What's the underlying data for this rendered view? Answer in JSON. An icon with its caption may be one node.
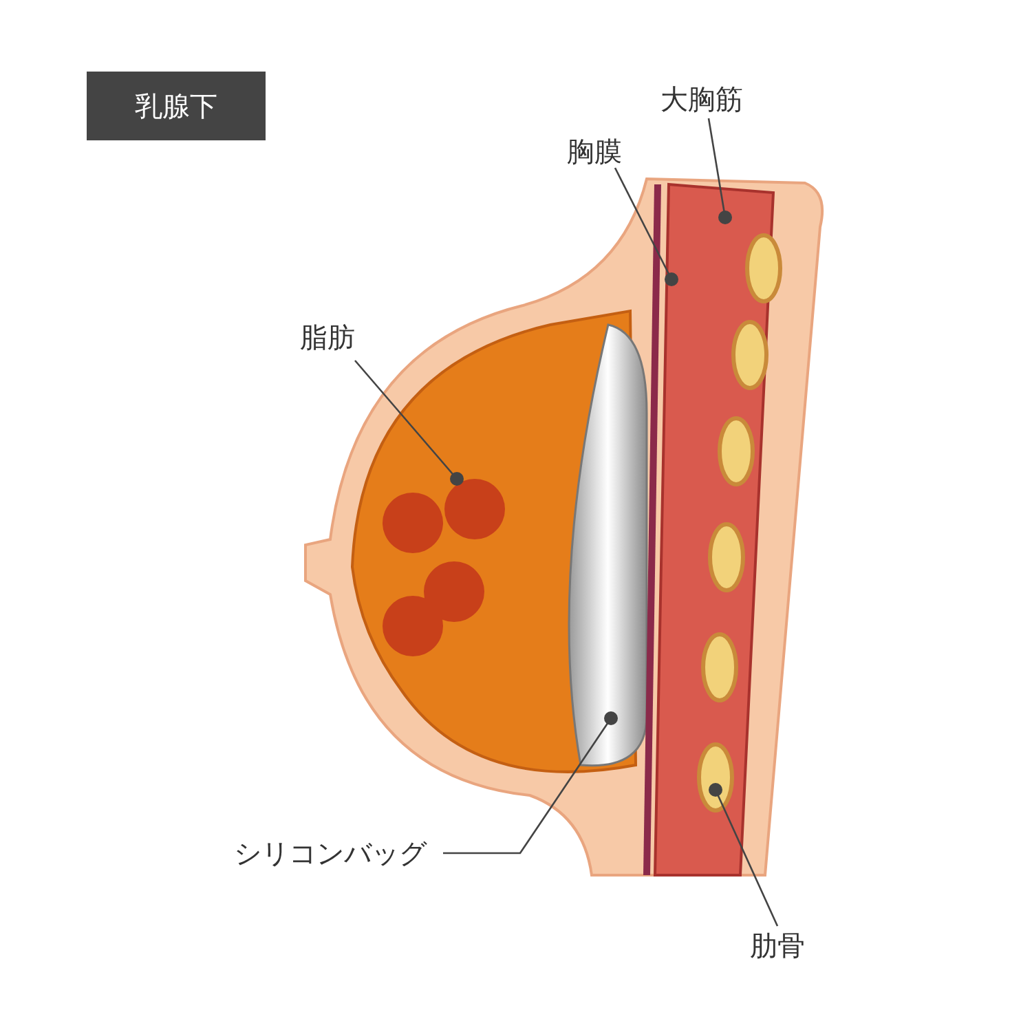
{
  "diagram": {
    "nodes": [
      {
        "text": [
          "乳腺下"
        ]
      },
      {
        "text": [
          "大胸筋"
        ]
      },
      {
        "text": [
          "胸膜"
        ]
      },
      {
        "text": [
          "脂肪"
        ]
      },
      {
        "text": [
          "シリコンバッグ"
        ]
      },
      {
        "text": [
          "肋骨"
        ]
      },
      {
        "text": [],
        "shape": "band"
      },
      {
        "text": [],
        "shape": "line"
      },
      {
        "text": [],
        "shape": "picture"
      },
      {
        "text": [],
        "shape": "picture"
      },
      {
        "text": [],
        "shape": "oval",
        "in": 6
      },
      {
        "text": [],
        "shape": "oval",
        "in": 6
      },
      {
        "text": [],
        "shape": "oval",
        "in": 6
      },
      {
        "text": [],
        "shape": "oval",
        "in": 6
      },
      {
        "text": [],
        "shape": "oval",
        "in": 6
      },
      {
        "text": [],
        "shape": "oval",
        "in": 6
      }
    ],
    "edges": [
      {
        "from": 1,
        "to": 6,
        "arrow": "other"
      },
      {
        "from": 2,
        "to": 7,
        "arrow": "other"
      },
      {
        "from": 3,
        "to": 8,
        "arrow": "other"
      },
      {
        "from": 4,
        "to": 9,
        "arrow": "other"
      },
      {
        "from": 5,
        "to": 15,
        "arrow": "other"
      }
    ]
  }
}
